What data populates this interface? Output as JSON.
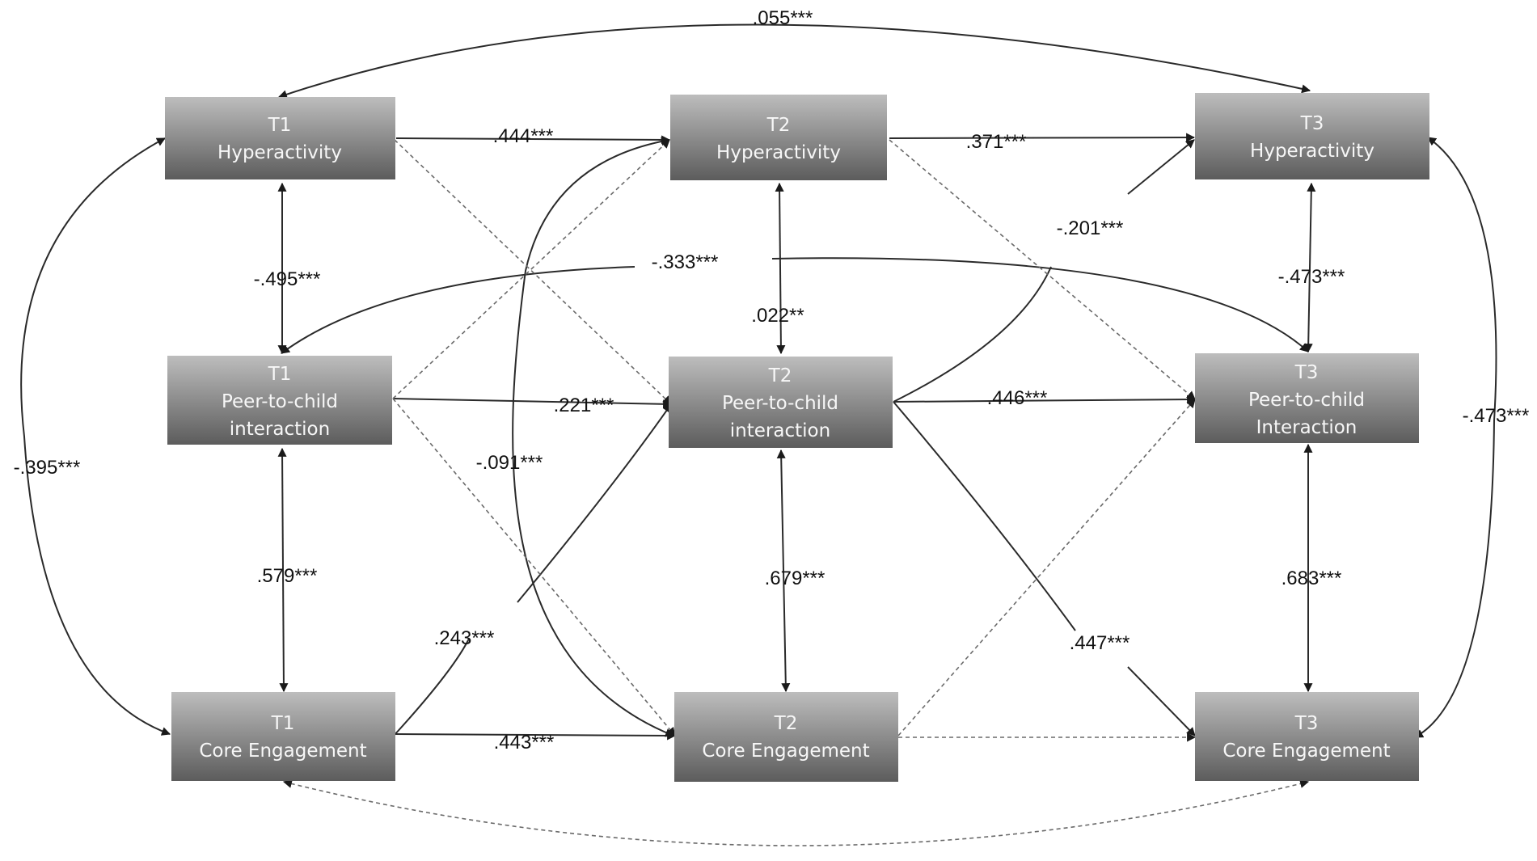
{
  "nodes": {
    "t1_hyper": {
      "line1": "T1",
      "line2": "Hyperactivity"
    },
    "t2_hyper": {
      "line1": "T2",
      "line2": "Hyperactivity"
    },
    "t3_hyper": {
      "line1": "T3",
      "line2": "Hyperactivity"
    },
    "t1_peer": {
      "line1": "T1",
      "line2": "Peer-to-child",
      "line3": "interaction"
    },
    "t2_peer": {
      "line1": "T2",
      "line2": "Peer-to-child",
      "line3": "interaction"
    },
    "t3_peer": {
      "line1": "T3",
      "line2": "Peer-to-child",
      "line3": "Interaction"
    },
    "t1_core": {
      "line1": "T1",
      "line2": "Core Engagement"
    },
    "t2_core": {
      "line1": "T2",
      "line2": "Core Engagement"
    },
    "t3_core": {
      "line1": "T3",
      "line2": "Core Engagement"
    }
  },
  "coefficients": {
    "t1h_t3h": ".055***",
    "t1h_t2h": ".444***",
    "t2h_t3h": ".371***",
    "t1h_t1p": "-.495***",
    "t1p_t3p": "-.333***",
    "t2h_t2p": ".022**",
    "t2p_t3h": "-.201***",
    "t3h_t3p": "-.473***",
    "t1p_t2p": ".221***",
    "t2p_t3p": ".446***",
    "t3h_t3c": "-.473***",
    "t1h_t1c": "-.395***",
    "t1c_t2h": "-.091***",
    "t1p_t1c": ".579***",
    "t2p_t2c": ".679***",
    "t3p_t3c": ".683***",
    "t1c_t2p": ".243***",
    "t2p_t3c": ".447***",
    "t1c_t2c": ".443***"
  },
  "colors": {
    "box_top": "#b9b9b9",
    "box_bottom": "#5e5e5e",
    "line": "#2a2a2a",
    "dashed_line": "#6a6a6a"
  }
}
